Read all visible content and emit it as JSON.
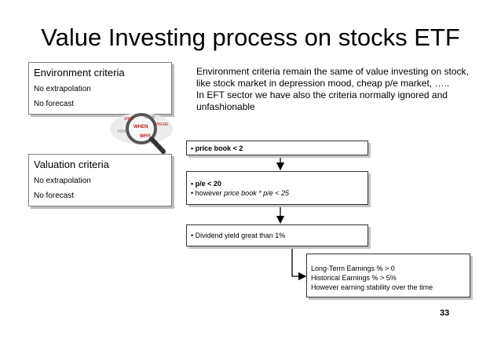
{
  "title": "Value Investing process on stocks ETF",
  "environment": {
    "heading": "Environment criteria",
    "line1": "No extrapolation",
    "line2": "No forecast"
  },
  "valuation": {
    "heading": "Valuation  criteria",
    "line1": "No extrapolation",
    "line2": "No forecast"
  },
  "description": {
    "line1": "Environment criteria remain the same of value investing on stock,",
    "line2": "like stock market in depression mood, cheap p/e market, …..",
    "line3": "In EFT sector  we have also the criteria normally ignored and",
    "line4": "unfashionable"
  },
  "steps": {
    "price_book": "• price book < 2",
    "pe": "• p/e < 20",
    "pe_however": "• however ",
    "pe_however_italic": "price book * p/e < 25",
    "dividend": "• Dividend yield great than 1%",
    "earnings1": "Long-Term Earnings % > 0",
    "earnings2": "Historical Earnings % > 5%",
    "earnings3": "However earning stability over the time"
  },
  "magnifier": {
    "words": [
      "WHO",
      "WHAT",
      "WHEN",
      "HOW",
      "WHY",
      "WHERE"
    ]
  },
  "page_number": "33"
}
